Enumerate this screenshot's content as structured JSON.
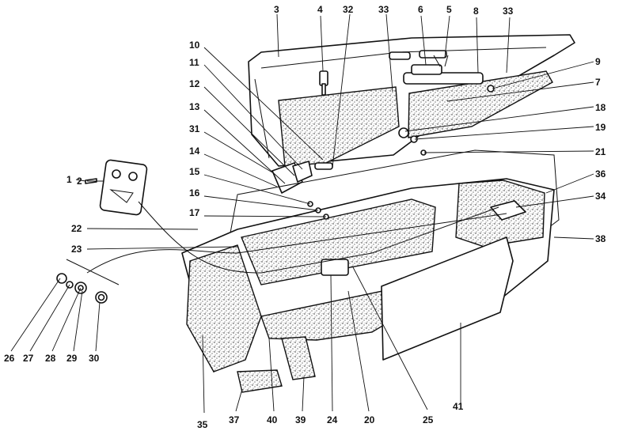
{
  "figure": "Exploded parts diagram",
  "callouts": [
    {
      "n": "1"
    },
    {
      "n": "2"
    },
    {
      "n": "3"
    },
    {
      "n": "4"
    },
    {
      "n": "5"
    },
    {
      "n": "6"
    },
    {
      "n": "7"
    },
    {
      "n": "8"
    },
    {
      "n": "9"
    },
    {
      "n": "10"
    },
    {
      "n": "11"
    },
    {
      "n": "12"
    },
    {
      "n": "13"
    },
    {
      "n": "14"
    },
    {
      "n": "15"
    },
    {
      "n": "16"
    },
    {
      "n": "17"
    },
    {
      "n": "18"
    },
    {
      "n": "19"
    },
    {
      "n": "20"
    },
    {
      "n": "21"
    },
    {
      "n": "22"
    },
    {
      "n": "23"
    },
    {
      "n": "24"
    },
    {
      "n": "25"
    },
    {
      "n": "26"
    },
    {
      "n": "27"
    },
    {
      "n": "28"
    },
    {
      "n": "29"
    },
    {
      "n": "30"
    },
    {
      "n": "31"
    },
    {
      "n": "32"
    },
    {
      "n": "33a",
      "label": "33"
    },
    {
      "n": "33b",
      "label": "33"
    },
    {
      "n": "34"
    },
    {
      "n": "35"
    },
    {
      "n": "36"
    },
    {
      "n": "37"
    },
    {
      "n": "38"
    },
    {
      "n": "39"
    },
    {
      "n": "40"
    },
    {
      "n": "41"
    }
  ]
}
